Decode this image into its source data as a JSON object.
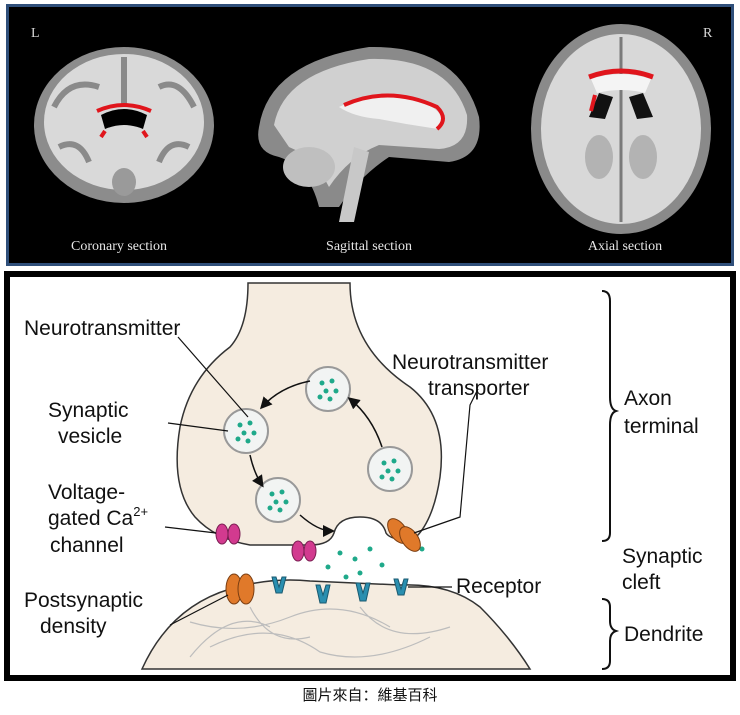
{
  "mri": {
    "left_marker": "L",
    "right_marker": "R",
    "coronary_label": "Coronary section",
    "sagittal_label": "Sagittal section",
    "axial_label": "Axial section"
  },
  "synapse": {
    "neurotransmitter": "Neurotransmitter",
    "synaptic_vesicle_1": "Synaptic",
    "synaptic_vesicle_2": "vesicle",
    "voltage_1": "Voltage-",
    "voltage_2": "gated Ca",
    "voltage_sup": "2+",
    "voltage_3": "channel",
    "postsynaptic_1": "Postsynaptic",
    "postsynaptic_2": "density",
    "transporter_1": "Neurotransmitter",
    "transporter_2": "transporter",
    "receptor": "Receptor",
    "axon_1": "Axon",
    "axon_2": "terminal",
    "cleft_1": "Synaptic",
    "cleft_2": "cleft",
    "dendrite": "Dendrite"
  },
  "caption": "圖片來自：維基百科",
  "colors": {
    "highlight": "#e0151c",
    "neuron_fill": "#f5ece0",
    "vesicle_dot": "#1fa98a",
    "ca_channel": "#d23a8f",
    "transporter": "#e0792a",
    "receptor": "#2a8fb0"
  }
}
